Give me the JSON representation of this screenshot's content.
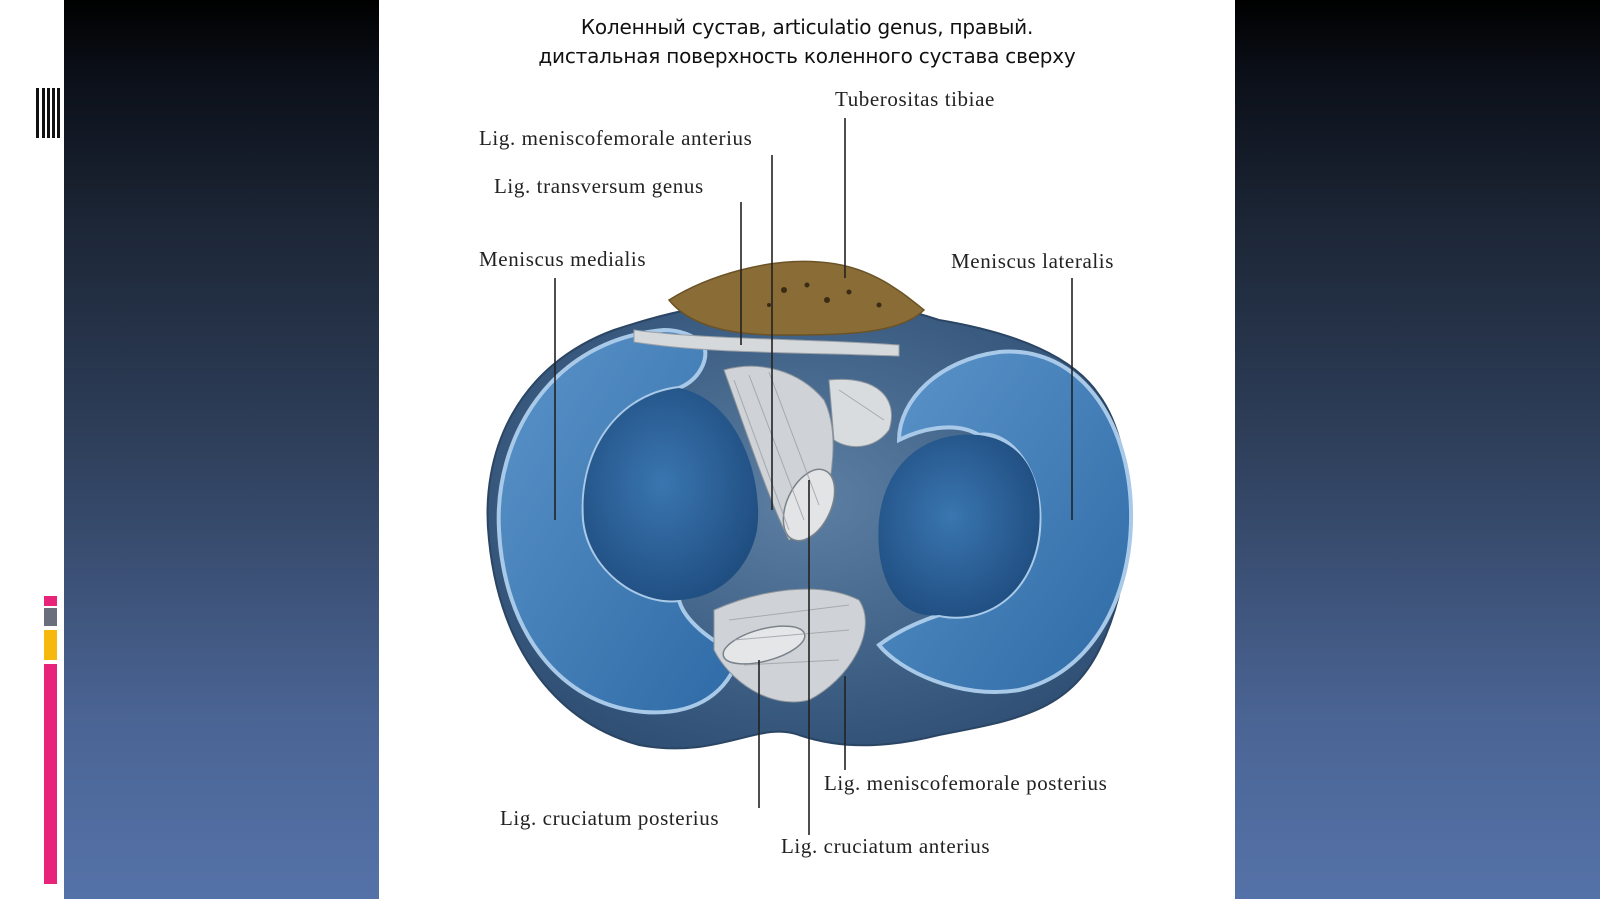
{
  "slide": {
    "title_line1": "Коленный сустав, articulatio genus, правый.",
    "title_line2": "дистальная поверхность коленного сустава сверху"
  },
  "labels": {
    "tuberositas_tibiae": "Tuberositas tibiae",
    "lig_meniscofemorale_anterius": "Lig. meniscofemorale anterius",
    "lig_transversum_genus": "Lig. transversum genus",
    "meniscus_medialis": "Meniscus medialis",
    "meniscus_lateralis": "Meniscus lateralis",
    "lig_meniscofemorale_posterius": "Lig. meniscofemorale posterius",
    "lig_cruciatum_posterius": "Lig. cruciatum posterius",
    "lig_cruciatum_anterius": "Lig. cruciatum anterius"
  },
  "colors": {
    "meniscus_blue": "#3f78b0",
    "cartilage_dark": "#2d5f92",
    "tuberosity": "#8a6d36",
    "ligament": "#d6d9dc",
    "accent_pink": "#e8247a",
    "accent_yellow": "#f6b80d",
    "accent_gray": "#6b6e7d"
  }
}
